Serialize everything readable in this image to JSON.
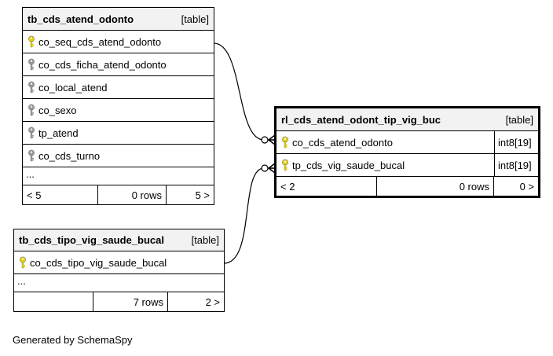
{
  "tables": {
    "atend_odonto": {
      "name": "tb_cds_atend_odonto",
      "type": "[table]",
      "columns": [
        {
          "name": "co_seq_cds_atend_odonto",
          "key": "primary"
        },
        {
          "name": "co_cds_ficha_atend_odonto",
          "key": "secondary"
        },
        {
          "name": "co_local_atend",
          "key": "secondary"
        },
        {
          "name": "co_sexo",
          "key": "secondary"
        },
        {
          "name": "tp_atend",
          "key": "secondary"
        },
        {
          "name": "co_cds_turno",
          "key": "secondary"
        }
      ],
      "ellipsis": "...",
      "footer": {
        "left": "< 5",
        "rows": "0 rows",
        "right": "5 >"
      }
    },
    "rl_tip_vig": {
      "name": "rl_cds_atend_odont_tip_vig_buc",
      "type": "[table]",
      "columns": [
        {
          "name": "co_cds_atend_odonto",
          "type": "int8[19]",
          "key": "primary"
        },
        {
          "name": "tp_cds_vig_saude_bucal",
          "type": "int8[19]",
          "key": "primary"
        }
      ],
      "footer": {
        "left": "< 2",
        "rows": "0 rows",
        "right": "0 >"
      }
    },
    "tipo_vig": {
      "name": "tb_cds_tipo_vig_saude_bucal",
      "type": "[table]",
      "columns": [
        {
          "name": "co_cds_tipo_vig_saude_bucal",
          "key": "primary"
        }
      ],
      "ellipsis": "...",
      "footer": {
        "left": "",
        "rows": "7 rows",
        "right": "2 >"
      }
    }
  },
  "colors": {
    "primary_key": "#e6d200",
    "secondary_key": "#9a9a9a",
    "header_bg": "#f2f2f2"
  },
  "caption": "Generated by SchemaSpy"
}
